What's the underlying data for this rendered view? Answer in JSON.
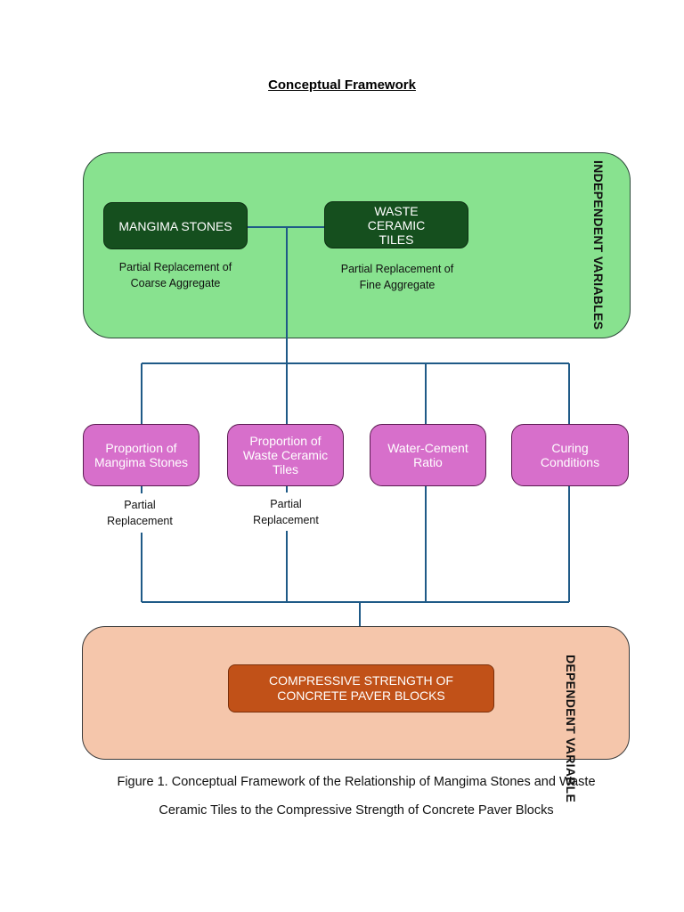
{
  "title": "Conceptual Framework",
  "independent": {
    "label": "INDEPENDENT VARIABLES",
    "items": [
      {
        "label": "MANGIMA STONES",
        "caption1": "Partial Replacement of",
        "caption2": "Coarse Aggregate"
      },
      {
        "label": "WASTE CERAMIC TILES",
        "caption1": "Partial Replacement of",
        "caption2": "Fine Aggregate"
      }
    ]
  },
  "factors": [
    {
      "label": "Proportion of Mangima Stones",
      "caption1": "Partial",
      "caption2": "Replacement"
    },
    {
      "label": "Proportion of Waste Ceramic Tiles",
      "caption1": "Partial",
      "caption2": "Replacement"
    },
    {
      "label": "Water-Cement Ratio"
    },
    {
      "label": "Curing Conditions"
    }
  ],
  "dependent": {
    "label_line1": "DEPENDENT",
    "label_line2": "VARIABLE",
    "item": "COMPRESSIVE STRENGTH OF CONCRETE PAVER BLOCKS"
  },
  "figure_caption": {
    "line1": "Figure 1. Conceptual Framework of the Relationship of Mangima Stones and Waste",
    "line2": "Ceramic Tiles to the Compressive Strength of Concrete Paver Blocks"
  },
  "colors": {
    "independent_panel": "#88e28f",
    "independent_box": "#154f1e",
    "factor_box": "#d76fcb",
    "dependent_panel": "#f5c6ab",
    "dependent_box": "#c15118",
    "connector": "#1f5a87"
  }
}
